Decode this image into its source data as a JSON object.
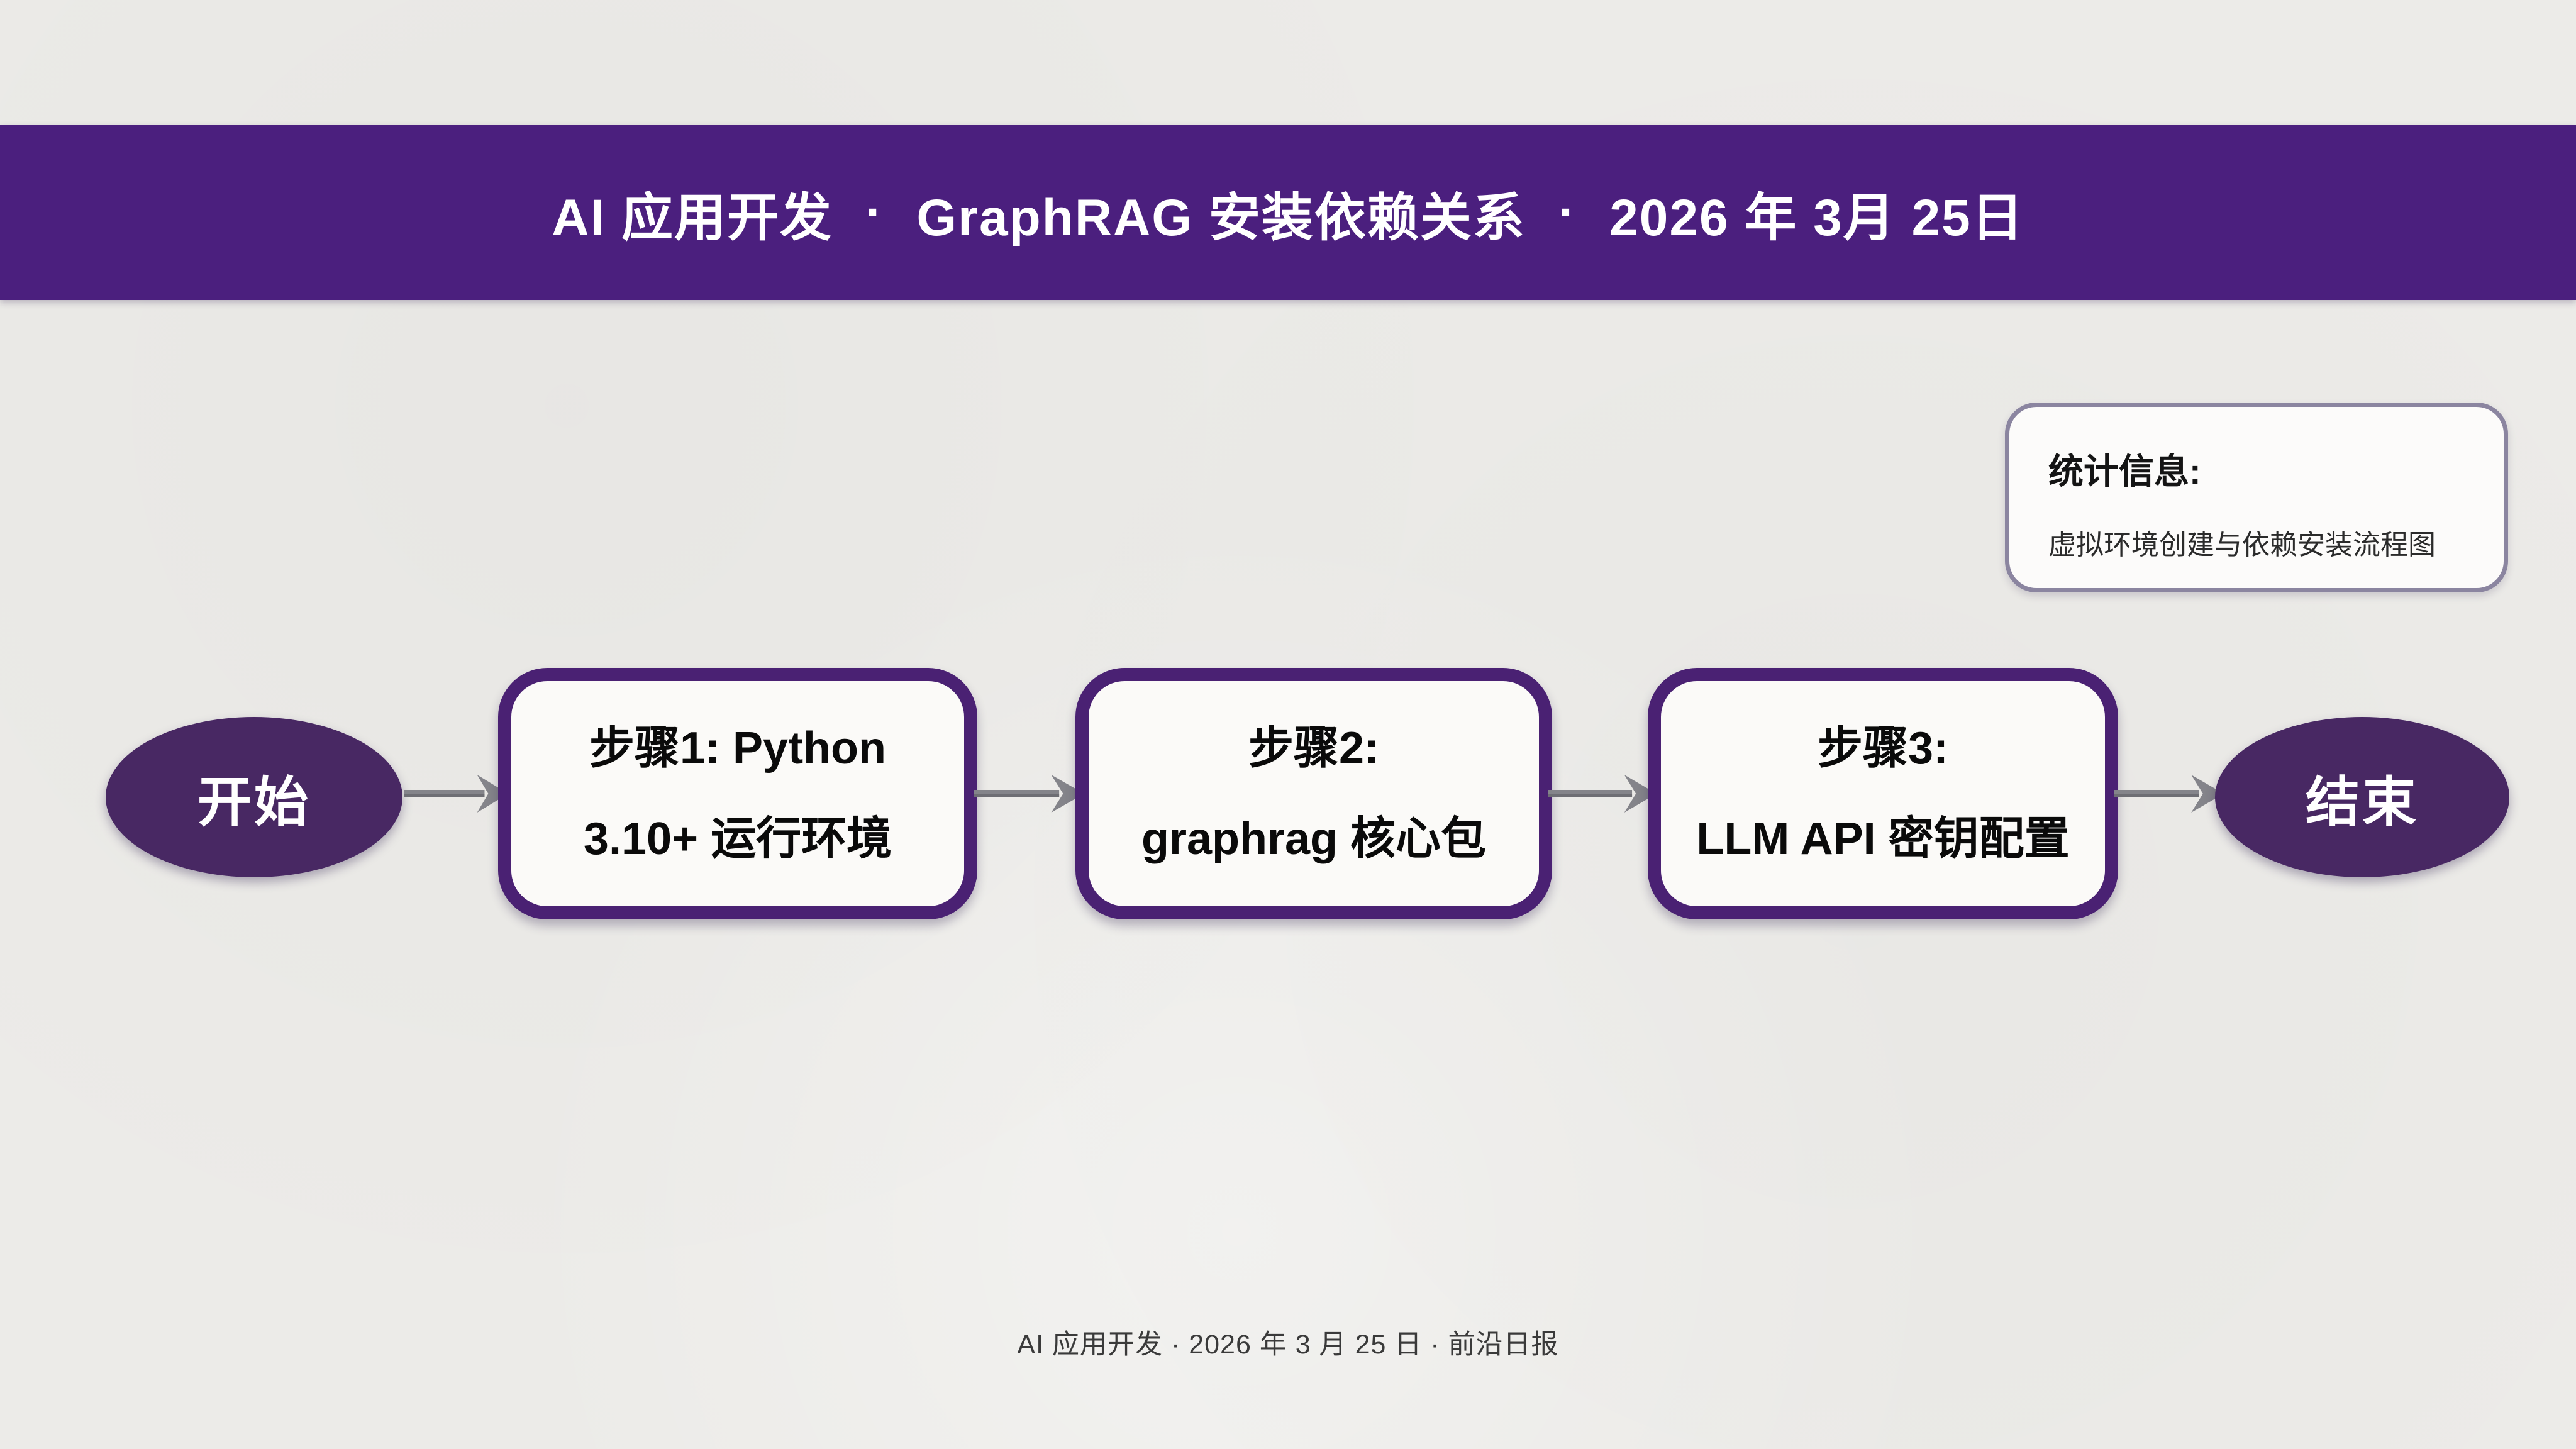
{
  "theme": {
    "page_bg": "#ECEBE8",
    "banner_bg": "#4B1F7E",
    "banner_text": "#FFFFFF",
    "terminal_fill": "#482863",
    "box_border": "#4A2173",
    "box_bg": "#FBFAF8",
    "stats_border": "#8B85A0",
    "arrow_color": "#84848A",
    "arrow_shade": "#6E6E74",
    "text_dark": "#0A0A0A",
    "footer_text_color": "#3A3A3A"
  },
  "header": {
    "segments": [
      "AI 应用开发",
      "GraphRAG 安装依赖关系",
      "2026 年 3月 25日"
    ],
    "separator": "·"
  },
  "stats_panel": {
    "title": "统计信息:",
    "description": "虚拟环境创建与依赖安装流程图"
  },
  "flowchart": {
    "start_label": "开始",
    "end_label": "结束",
    "steps": [
      {
        "line1": "步骤1: Python",
        "line2": "3.10+ 运行环境"
      },
      {
        "line1": "步骤2:",
        "line2": "graphrag 核心包"
      },
      {
        "line1": "步骤3:",
        "line2": "LLM API 密钥配置"
      }
    ]
  },
  "footer": {
    "text": "AI 应用开发 · 2026 年 3 月 25 日 · 前沿日报"
  }
}
